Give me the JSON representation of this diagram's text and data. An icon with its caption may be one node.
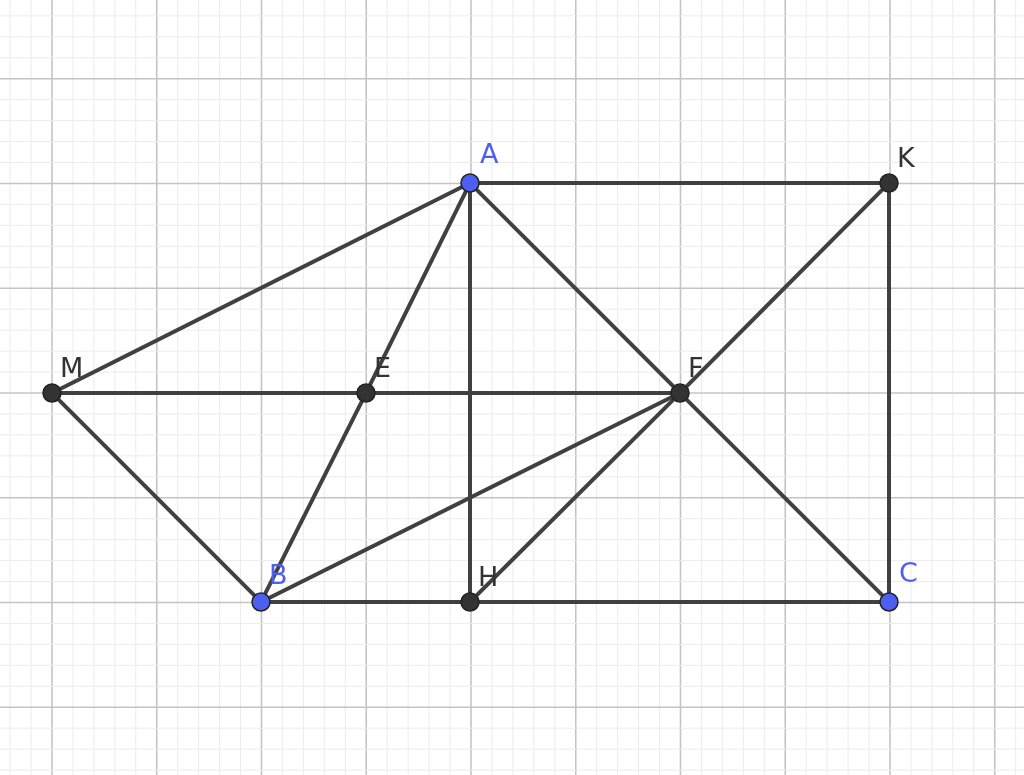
{
  "diagram": {
    "nodes": [
      {
        "text": [],
        "shape": "circle",
        "beside": [
          "A"
        ]
      },
      {
        "text": [],
        "shape": "circle",
        "beside": [
          "K"
        ]
      },
      {
        "text": [],
        "shape": "circle",
        "beside": [
          "M"
        ]
      },
      {
        "text": [],
        "shape": "circle",
        "beside": [
          "E"
        ]
      },
      {
        "text": [],
        "shape": "circle",
        "beside": [
          "F"
        ]
      },
      {
        "text": [],
        "shape": "circle",
        "beside": [
          "B"
        ]
      },
      {
        "text": [],
        "shape": "circle",
        "beside": [
          "H"
        ]
      },
      {
        "text": [],
        "shape": "circle",
        "beside": [
          "C"
        ]
      }
    ],
    "edges": [
      {
        "from": 0,
        "to": 1,
        "arrow": "none"
      },
      {
        "from": 0,
        "to": 2,
        "arrow": "none"
      },
      {
        "from": 0,
        "to": 3,
        "arrow": "none"
      },
      {
        "from": 0,
        "to": 6,
        "arrow": "none"
      },
      {
        "from": 0,
        "to": 4,
        "arrow": "none"
      },
      {
        "from": 1,
        "to": 4,
        "arrow": "none"
      },
      {
        "from": 1,
        "to": 7,
        "arrow": "none"
      },
      {
        "from": 2,
        "to": 3,
        "arrow": "none"
      },
      {
        "from": 3,
        "to": 4,
        "arrow": "none"
      },
      {
        "from": 2,
        "to": 5,
        "arrow": "none"
      },
      {
        "from": 3,
        "to": 5,
        "arrow": "none"
      },
      {
        "from": 4,
        "to": 5,
        "arrow": "none"
      },
      {
        "from": 4,
        "to": 6,
        "arrow": "none"
      },
      {
        "from": 4,
        "to": 7,
        "arrow": "none"
      },
      {
        "from": 5,
        "to": 6,
        "arrow": "none"
      },
      {
        "from": 6,
        "to": 7,
        "arrow": "none"
      }
    ]
  }
}
